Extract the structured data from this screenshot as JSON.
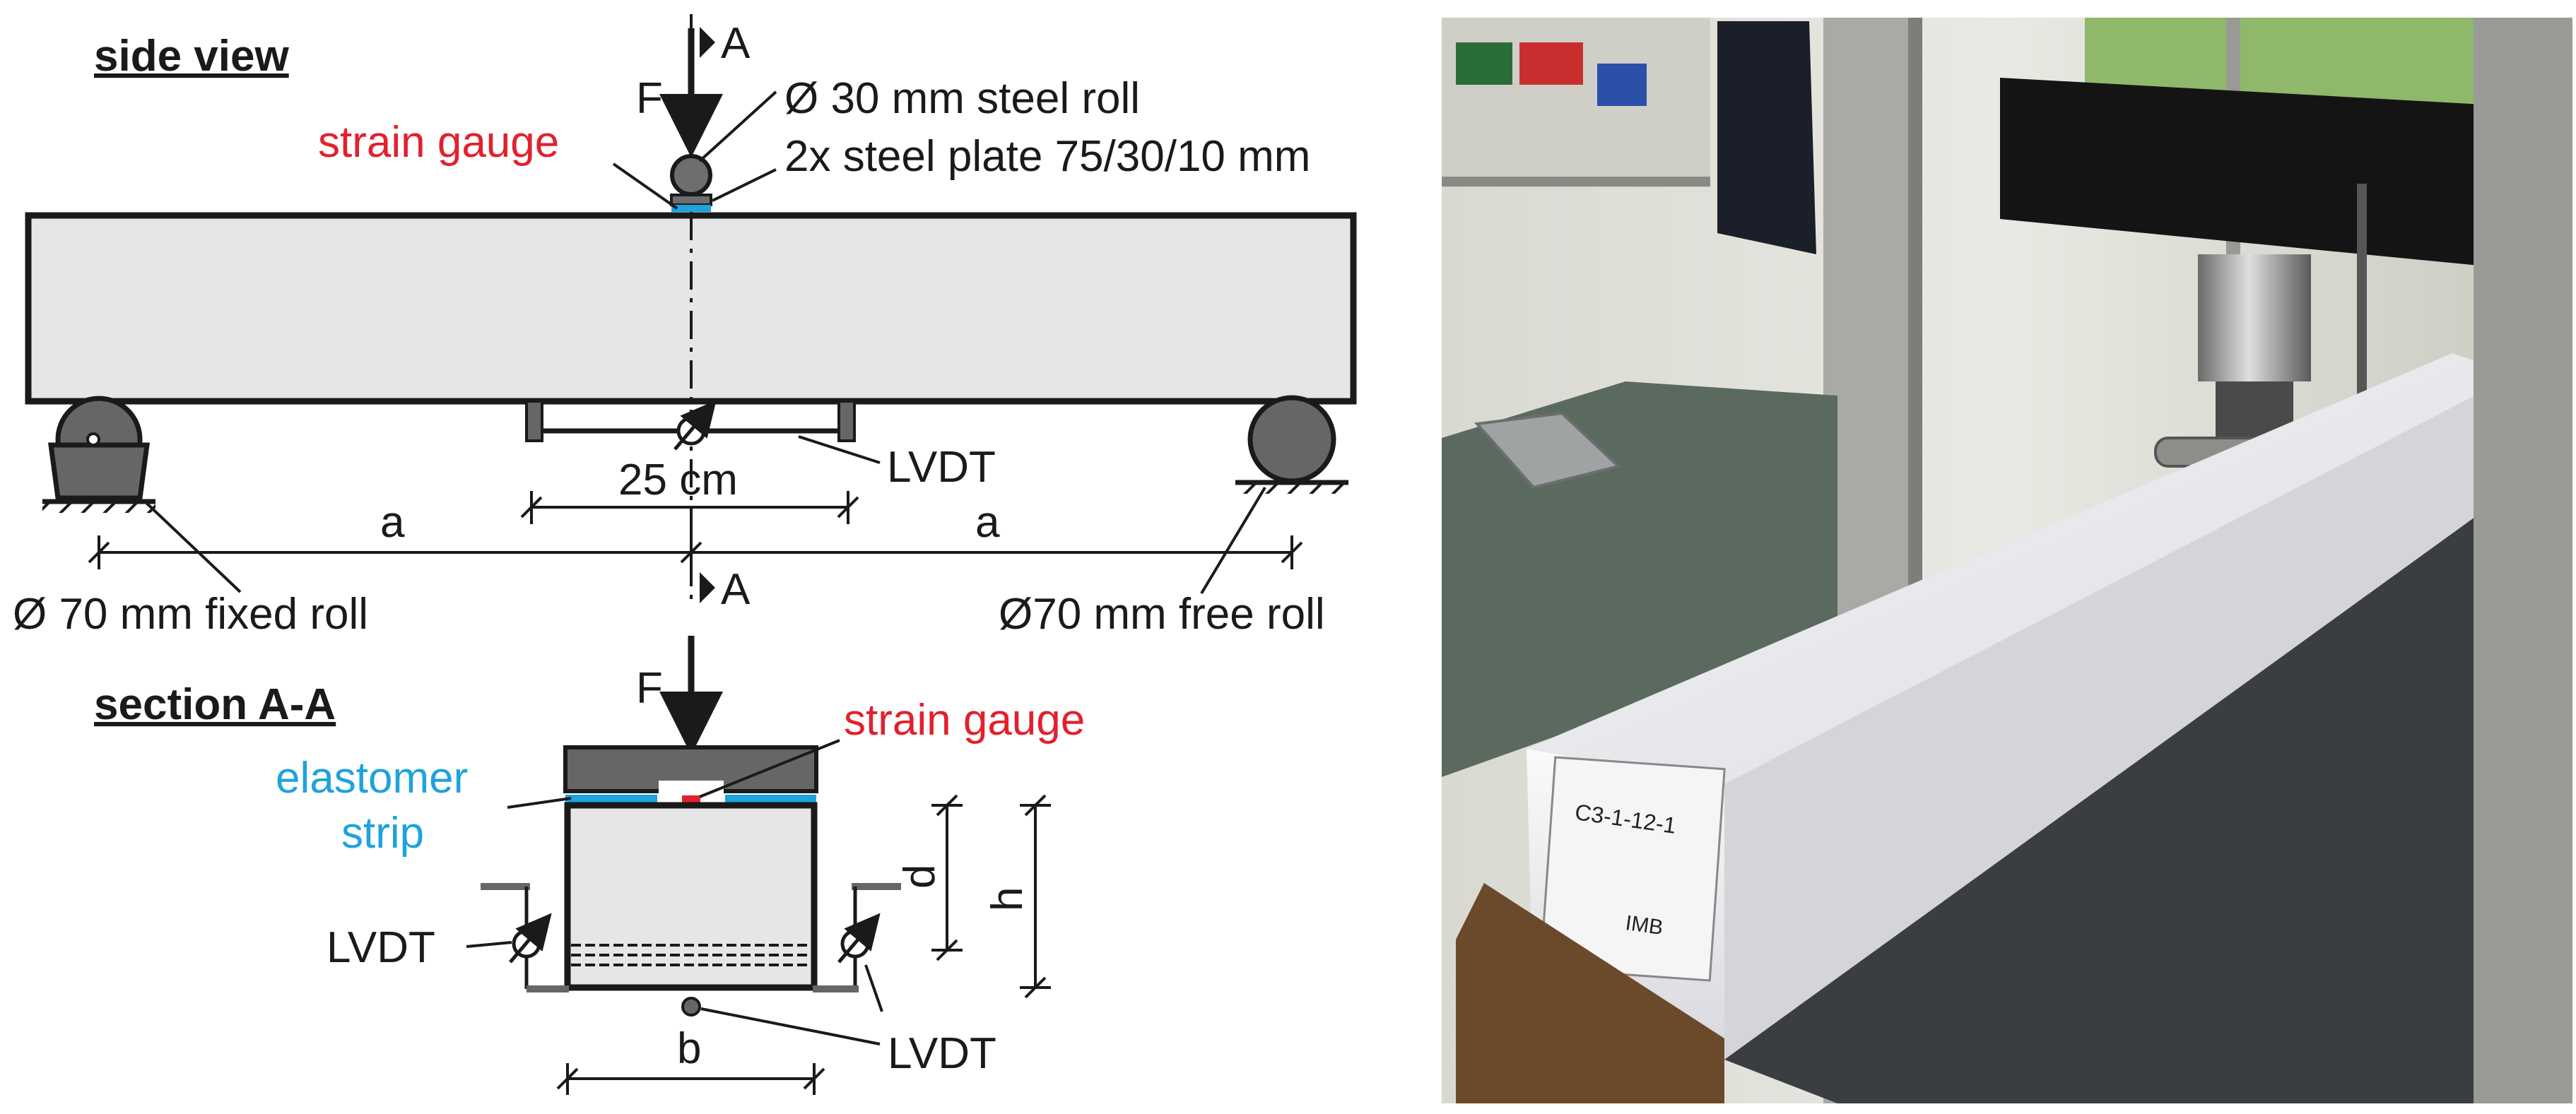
{
  "side_view": {
    "title": "side view",
    "force_label": "F",
    "section_marker": "A",
    "roll_label": "Ø 30 mm steel roll",
    "plate_label": "2x steel plate 75/30/10 mm",
    "strain_gauge_label": "strain gauge",
    "gauge_length_label": "25 cm",
    "lvdt_label": "LVDT",
    "span_label_left": "a",
    "span_label_right": "a",
    "fixed_roll_label": "Ø 70 mm fixed roll",
    "free_roll_label": "Ø70 mm free roll"
  },
  "section": {
    "title": "section A-A",
    "section_marker": "A",
    "force_label": "F",
    "strain_gauge_label": "strain gauge",
    "elastomer_label_line1": "elastomer",
    "elastomer_label_line2": "strip",
    "lvdt_left_label": "LVDT",
    "lvdt_bottom_label": "LVDT",
    "dim_d": "d",
    "dim_h": "h",
    "dim_b": "b"
  },
  "photo": {
    "specimen_tag": "C3-1-12-1",
    "lab_tag": "IMB"
  },
  "colors": {
    "strain_gauge_text": "#e3202d",
    "elastomer_text": "#1ea3dc",
    "elastomer_fill": "#1ea3dc",
    "beam_fill": "#e6e6e6",
    "outline": "#1a1a1a",
    "support_fill": "#666666"
  }
}
